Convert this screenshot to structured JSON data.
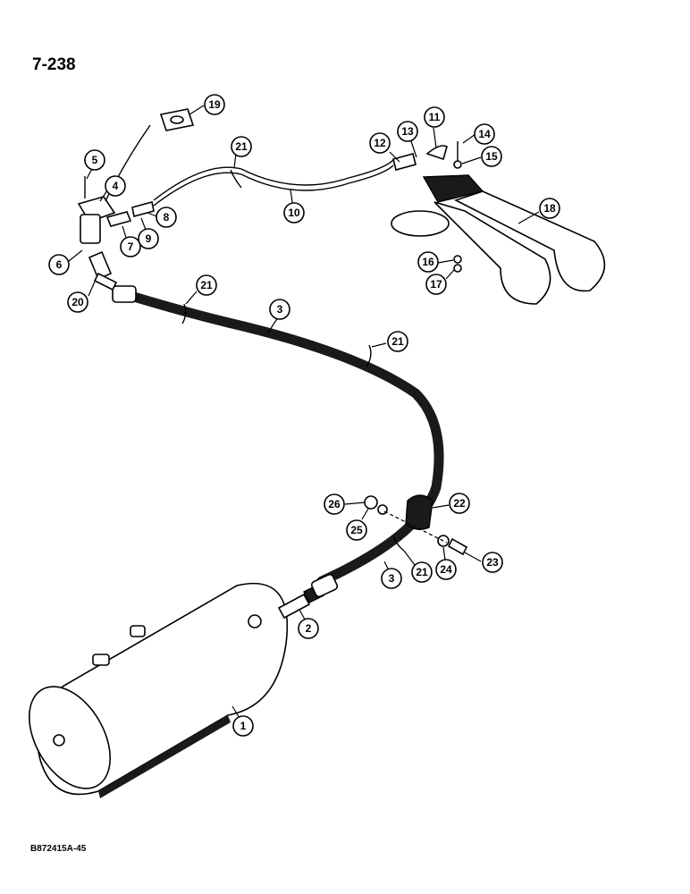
{
  "page_number": "7-238",
  "figure_code": "B872415A-45",
  "callouts": [
    {
      "label": "1"
    },
    {
      "label": "2"
    },
    {
      "label": "3"
    },
    {
      "label": "3"
    },
    {
      "label": "4"
    },
    {
      "label": "5"
    },
    {
      "label": "6"
    },
    {
      "label": "7"
    },
    {
      "label": "8"
    },
    {
      "label": "9"
    },
    {
      "label": "10"
    },
    {
      "label": "11"
    },
    {
      "label": "12"
    },
    {
      "label": "13"
    },
    {
      "label": "14"
    },
    {
      "label": "15"
    },
    {
      "label": "16"
    },
    {
      "label": "17"
    },
    {
      "label": "18"
    },
    {
      "label": "19"
    },
    {
      "label": "20"
    },
    {
      "label": "21"
    },
    {
      "label": "21"
    },
    {
      "label": "21"
    },
    {
      "label": "21"
    },
    {
      "label": "22"
    },
    {
      "label": "23"
    },
    {
      "label": "24"
    },
    {
      "label": "25"
    },
    {
      "label": "26"
    }
  ]
}
